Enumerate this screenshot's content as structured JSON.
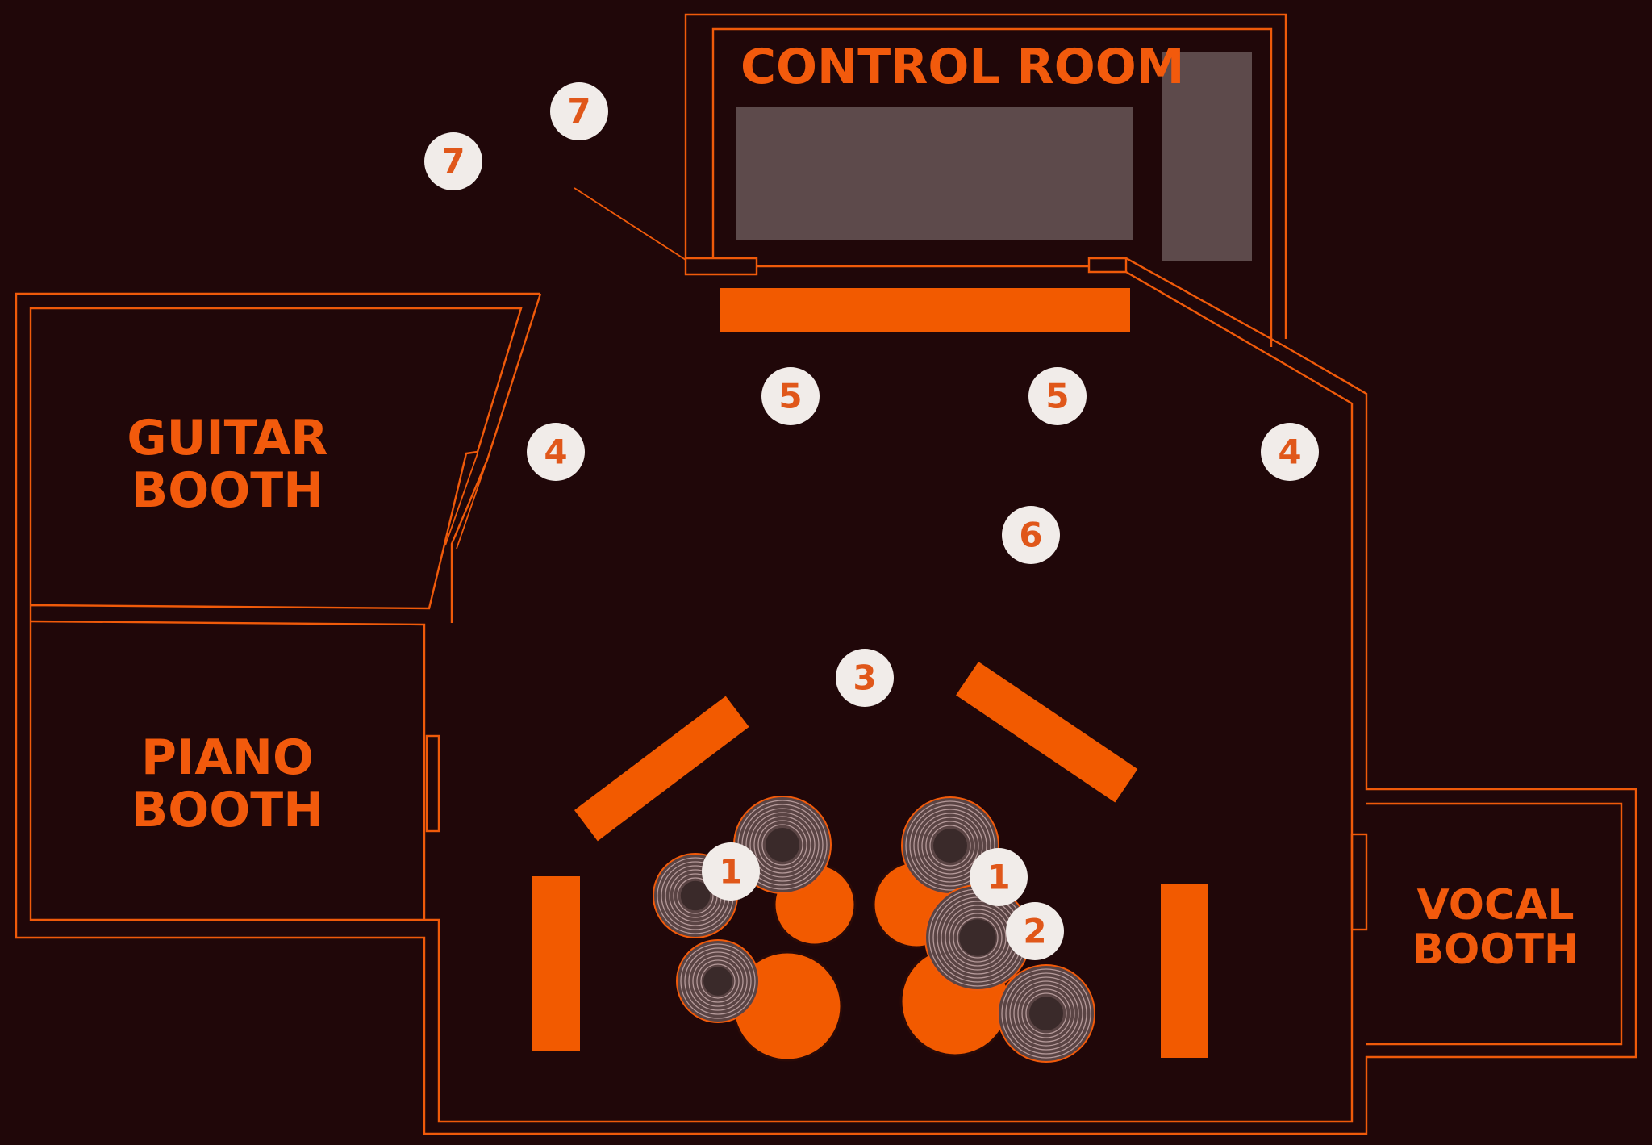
{
  "colors": {
    "background": "#200709",
    "accent": "#f25a00",
    "console": "#5d4a4b",
    "marker_fill": "#f1ece9",
    "marker_text": "#e0571a"
  },
  "rooms": {
    "control_room": {
      "label": "CONTROL ROOM"
    },
    "guitar_booth": {
      "line1": "GUITAR",
      "line2": "BOOTH"
    },
    "piano_booth": {
      "line1": "PIANO",
      "line2": "BOOTH"
    },
    "vocal_booth": {
      "line1": "VOCAL",
      "line2": "BOOTH"
    }
  },
  "markers": [
    {
      "label": "7"
    },
    {
      "label": "7"
    },
    {
      "label": "5"
    },
    {
      "label": "5"
    },
    {
      "label": "4"
    },
    {
      "label": "4"
    },
    {
      "label": "6"
    },
    {
      "label": "3"
    },
    {
      "label": "1"
    },
    {
      "label": "1"
    },
    {
      "label": "2"
    }
  ]
}
